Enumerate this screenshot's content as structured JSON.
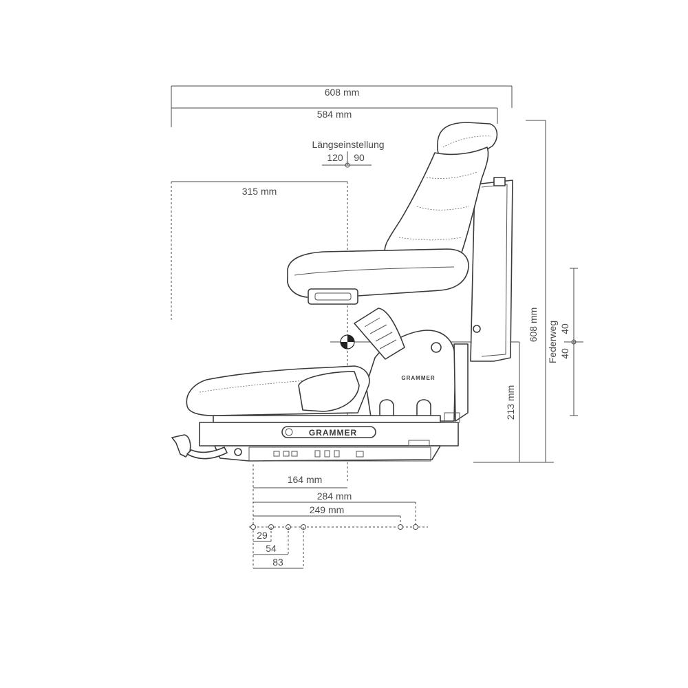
{
  "dimensions": {
    "overall_width": "608 mm",
    "seat_width": "584 mm",
    "fore_aft_label": "Längseinstellung",
    "fore_aft_back": "120",
    "fore_aft_front": "90",
    "sip_depth": "315 mm",
    "overall_height": "608 mm",
    "sip_height": "213 mm",
    "suspension_label": "Federweg",
    "suspension_up": "40",
    "suspension_down": "40",
    "mount_164": "164 mm",
    "mount_284": "284 mm",
    "mount_249": "249 mm",
    "hole_29": "29",
    "hole_54": "54",
    "hole_83": "83"
  },
  "brand": {
    "logo_base": "GRAMMER",
    "logo_backrest": "GRAMMER"
  }
}
